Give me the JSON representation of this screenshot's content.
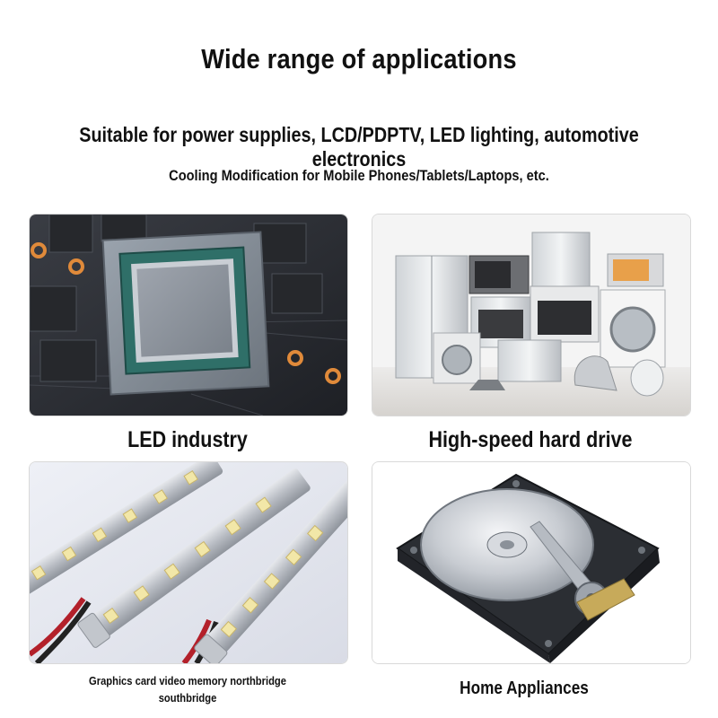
{
  "header": {
    "title": "Wide range of applications",
    "subtitle": "Suitable for power supplies, LCD/PDPTV, LED lighting, automotive electronics",
    "tagline": "Cooling Modification for Mobile Phones/Tablets/Laptops, etc."
  },
  "captions": {
    "top_left": "LED industry",
    "top_right": "High-speed hard drive",
    "bottom_left_line1": "Graphics card video memory northbridge",
    "bottom_left_line2": "southbridge",
    "bottom_right": "Home Appliances"
  },
  "colors": {
    "pcb": "#2a2d33",
    "chip_green": "#2f6f68",
    "gold_pad": "#e08a3a",
    "led_yellow": "#f2e7a8",
    "wire_red": "#b3202a"
  }
}
